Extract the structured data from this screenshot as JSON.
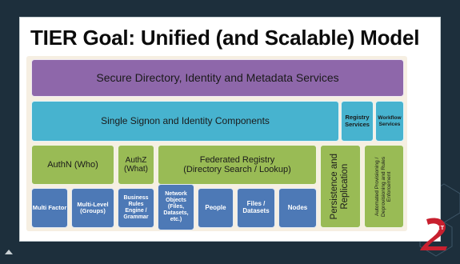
{
  "title": "TIER Goal: Unified (and Scalable) Model",
  "boxes": {
    "secure_directory": "Secure Directory, Identity and Metadata Services",
    "single_signon": "Single Signon and Identity Components",
    "registry_services": "Registry Services",
    "workflow_services": "Workflow Services",
    "authn": "AuthN (Who)",
    "authz": "AuthZ (What)",
    "federated_registry_line1": "Federated Registry",
    "federated_registry_line2": "(Directory Search / Lookup)",
    "persistence_line1": "Persistence and",
    "persistence_line2": "Replication",
    "automated_line1": "Automated Provisioning /",
    "automated_line2": "Deprovisioning and Rules",
    "automated_line3": "Enforcement",
    "multi_factor": "Multi Factor",
    "multi_level": "Multi-Level (Groups)",
    "business_rules": "Business Rules Engine / Grammar",
    "network_objects": "Network Objects (Files, Datasets, etc.)",
    "people": "People",
    "files_datasets": "Files / Datasets",
    "nodes": "Nodes"
  },
  "logo": "INTERNET",
  "colors": {
    "purple": "#8e67aa",
    "cyan": "#47b3cf",
    "green": "#99bb55",
    "blue": "#4d79b6",
    "logo_red": "#c8202f"
  }
}
